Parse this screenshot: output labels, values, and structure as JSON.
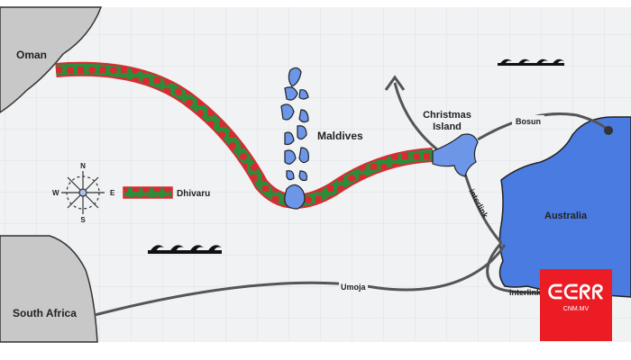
{
  "labels": {
    "oman": "Oman",
    "south_africa": "South Africa",
    "maldives": "Maldives",
    "christmas_island_line1": "Christmas",
    "christmas_island_line2": "Island",
    "australia": "Australia",
    "bosun": "Bosun",
    "interlink_1": "interlink",
    "interlink_2": "interlink",
    "umoja": "Umoja"
  },
  "legend": {
    "dhivaru": "Dhivaru"
  },
  "compass": {
    "n": "N",
    "s": "S",
    "e": "E",
    "w": "W"
  },
  "logo": {
    "text": "CNM.MV"
  },
  "colors": {
    "land": "#c8c8c8",
    "australia": "#4a7be0",
    "islands": "#6d96e8",
    "cable_red": "#d92a32",
    "cable_green": "#2e8b3a",
    "cable_line": "#555555",
    "logo_bg": "#ec1c24"
  }
}
